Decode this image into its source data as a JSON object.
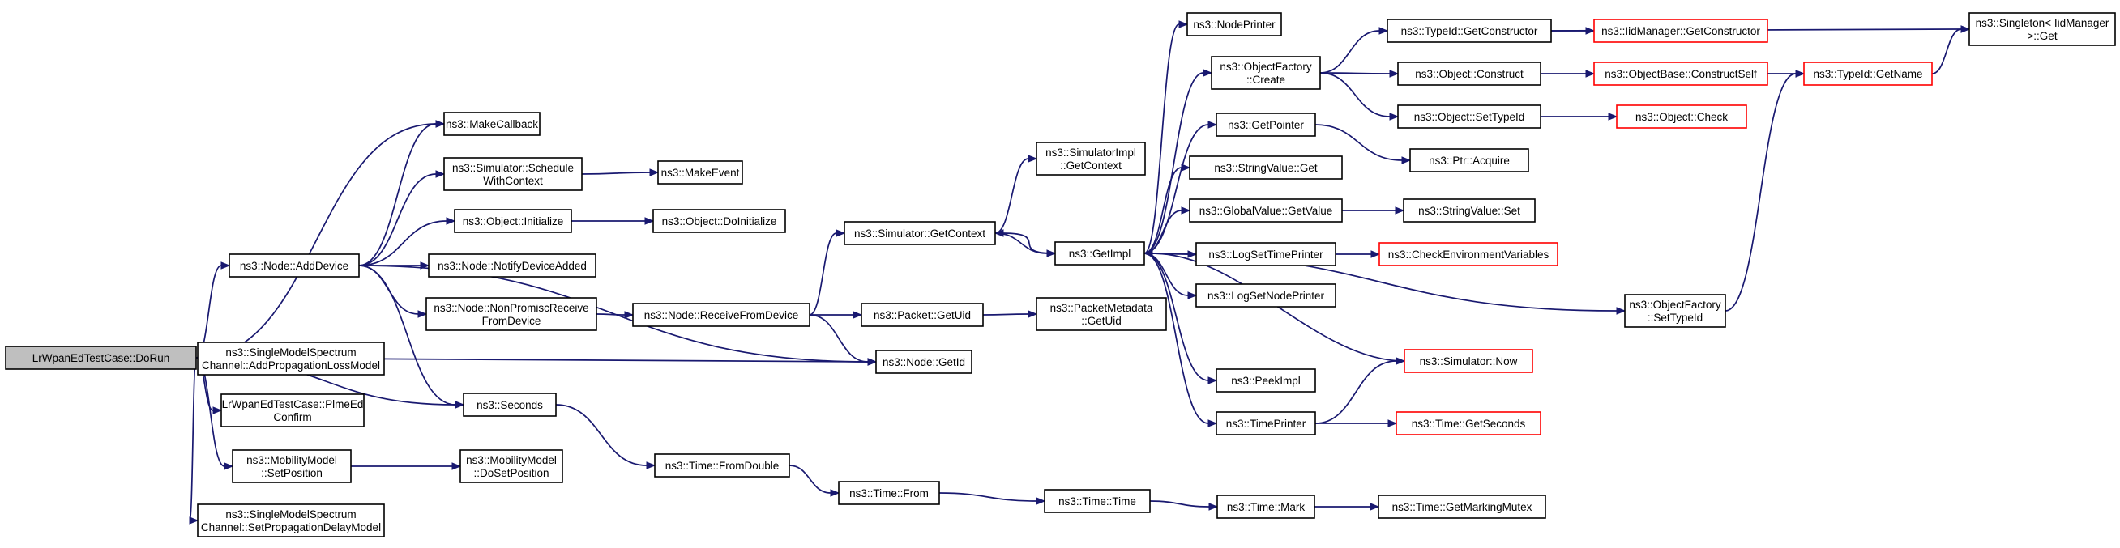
{
  "colors": {
    "edge": "#191970",
    "root_fill": "#bfbfbf",
    "truncated_border": "#ff0000",
    "node_border": "#000000"
  },
  "nodes": [
    {
      "id": "n0",
      "label": [
        "LrWpanEdTestCase::DoRun"
      ],
      "style": "root"
    },
    {
      "id": "n1",
      "label": [
        "ns3::Node::AddDevice"
      ],
      "style": "normal"
    },
    {
      "id": "n2",
      "label": [
        "ns3::SingleModelSpectrum",
        "Channel::AddPropagationLossModel"
      ],
      "style": "normal"
    },
    {
      "id": "n3",
      "label": [
        "LrWpanEdTestCase::PlmeEd",
        "Confirm"
      ],
      "style": "normal"
    },
    {
      "id": "n4",
      "label": [
        "ns3::MobilityModel",
        "::SetPosition"
      ],
      "style": "normal"
    },
    {
      "id": "n5",
      "label": [
        "ns3::SingleModelSpectrum",
        "Channel::SetPropagationDelayModel"
      ],
      "style": "normal"
    },
    {
      "id": "n6",
      "label": [
        "ns3::MakeCallback"
      ],
      "style": "normal"
    },
    {
      "id": "n7",
      "label": [
        "ns3::Simulator::Schedule",
        "WithContext"
      ],
      "style": "normal"
    },
    {
      "id": "n8",
      "label": [
        "ns3::Object::Initialize"
      ],
      "style": "normal"
    },
    {
      "id": "n9",
      "label": [
        "ns3::Node::NotifyDeviceAdded"
      ],
      "style": "normal"
    },
    {
      "id": "n10",
      "label": [
        "ns3::Node::NonPromiscReceive",
        "FromDevice"
      ],
      "style": "normal"
    },
    {
      "id": "n11",
      "label": [
        "ns3::Seconds"
      ],
      "style": "normal"
    },
    {
      "id": "n12",
      "label": [
        "ns3::MobilityModel",
        "::DoSetPosition"
      ],
      "style": "normal"
    },
    {
      "id": "n13",
      "label": [
        "ns3::MakeEvent"
      ],
      "style": "normal"
    },
    {
      "id": "n14",
      "label": [
        "ns3::Object::DoInitialize"
      ],
      "style": "normal"
    },
    {
      "id": "n15",
      "label": [
        "ns3::Node::ReceiveFromDevice"
      ],
      "style": "normal"
    },
    {
      "id": "n16",
      "label": [
        "ns3::Time::FromDouble"
      ],
      "style": "normal"
    },
    {
      "id": "n17",
      "label": [
        "ns3::Time::From"
      ],
      "style": "normal"
    },
    {
      "id": "n18",
      "label": [
        "ns3::Simulator::GetContext"
      ],
      "style": "normal"
    },
    {
      "id": "n19",
      "label": [
        "ns3::Packet::GetUid"
      ],
      "style": "normal"
    },
    {
      "id": "n20",
      "label": [
        "ns3::Node::GetId"
      ],
      "style": "normal"
    },
    {
      "id": "n21",
      "label": [
        "ns3::SimulatorImpl",
        "::GetContext"
      ],
      "style": "normal"
    },
    {
      "id": "n22",
      "label": [
        "ns3::GetImpl"
      ],
      "style": "normal"
    },
    {
      "id": "n23",
      "label": [
        "ns3::PacketMetadata",
        "::GetUid"
      ],
      "style": "normal"
    },
    {
      "id": "n24",
      "label": [
        "ns3::Time::Time"
      ],
      "style": "normal"
    },
    {
      "id": "n25",
      "label": [
        "ns3::NodePrinter"
      ],
      "style": "normal"
    },
    {
      "id": "n26",
      "label": [
        "ns3::ObjectFactory",
        "::Create"
      ],
      "style": "normal"
    },
    {
      "id": "n27",
      "label": [
        "ns3::GetPointer"
      ],
      "style": "normal"
    },
    {
      "id": "n28",
      "label": [
        "ns3::StringValue::Get"
      ],
      "style": "normal"
    },
    {
      "id": "n29",
      "label": [
        "ns3::GlobalValue::GetValue"
      ],
      "style": "normal"
    },
    {
      "id": "n30",
      "label": [
        "ns3::LogSetTimePrinter"
      ],
      "style": "normal"
    },
    {
      "id": "n31",
      "label": [
        "ns3::LogSetNodePrinter"
      ],
      "style": "normal"
    },
    {
      "id": "n32",
      "label": [
        "ns3::PeekImpl"
      ],
      "style": "normal"
    },
    {
      "id": "n33",
      "label": [
        "ns3::TimePrinter"
      ],
      "style": "normal"
    },
    {
      "id": "n34",
      "label": [
        "ns3::Time::Mark"
      ],
      "style": "normal"
    },
    {
      "id": "n35",
      "label": [
        "ns3::TypeId::GetConstructor"
      ],
      "style": "normal"
    },
    {
      "id": "n36",
      "label": [
        "ns3::Object::Construct"
      ],
      "style": "normal"
    },
    {
      "id": "n37",
      "label": [
        "ns3::Object::SetTypeId"
      ],
      "style": "normal"
    },
    {
      "id": "n38",
      "label": [
        "ns3::Ptr::Acquire"
      ],
      "style": "normal"
    },
    {
      "id": "n39",
      "label": [
        "ns3::StringValue::Set"
      ],
      "style": "normal"
    },
    {
      "id": "n40",
      "label": [
        "ns3::CheckEnvironmentVariables"
      ],
      "style": "truncated"
    },
    {
      "id": "n41",
      "label": [
        "ns3::Simulator::Now"
      ],
      "style": "truncated"
    },
    {
      "id": "n42",
      "label": [
        "ns3::Time::GetSeconds"
      ],
      "style": "truncated"
    },
    {
      "id": "n43",
      "label": [
        "ns3::Time::GetMarkingMutex"
      ],
      "style": "normal"
    },
    {
      "id": "n44",
      "label": [
        "ns3::IidManager::GetConstructor"
      ],
      "style": "truncated"
    },
    {
      "id": "n45",
      "label": [
        "ns3::ObjectBase::ConstructSelf"
      ],
      "style": "truncated"
    },
    {
      "id": "n46",
      "label": [
        "ns3::Object::Check"
      ],
      "style": "truncated"
    },
    {
      "id": "n47",
      "label": [
        "ns3::ObjectFactory",
        "::SetTypeId"
      ],
      "style": "normal"
    },
    {
      "id": "n48",
      "label": [
        "ns3::TypeId::GetName"
      ],
      "style": "truncated"
    },
    {
      "id": "n49",
      "label": [
        "ns3::Singleton< IidManager",
        " >::Get"
      ],
      "style": "normal"
    }
  ],
  "edges": [
    [
      "n0",
      "n1"
    ],
    [
      "n0",
      "n2"
    ],
    [
      "n0",
      "n3"
    ],
    [
      "n0",
      "n4"
    ],
    [
      "n0",
      "n5"
    ],
    [
      "n0",
      "n6"
    ],
    [
      "n0",
      "n11"
    ],
    [
      "n0",
      "n20"
    ],
    [
      "n1",
      "n6"
    ],
    [
      "n1",
      "n7"
    ],
    [
      "n1",
      "n8"
    ],
    [
      "n1",
      "n9"
    ],
    [
      "n1",
      "n10"
    ],
    [
      "n1",
      "n11"
    ],
    [
      "n1",
      "n20"
    ],
    [
      "n4",
      "n12"
    ],
    [
      "n7",
      "n13"
    ],
    [
      "n8",
      "n14"
    ],
    [
      "n10",
      "n15"
    ],
    [
      "n11",
      "n16"
    ],
    [
      "n15",
      "n18"
    ],
    [
      "n15",
      "n19"
    ],
    [
      "n15",
      "n20"
    ],
    [
      "n16",
      "n17"
    ],
    [
      "n17",
      "n24"
    ],
    [
      "n18",
      "n21"
    ],
    [
      "n18",
      "n22"
    ],
    [
      "n19",
      "n23"
    ],
    [
      "n24",
      "n34"
    ],
    [
      "n22",
      "n18"
    ],
    [
      "n22",
      "n25"
    ],
    [
      "n22",
      "n26"
    ],
    [
      "n22",
      "n27"
    ],
    [
      "n22",
      "n28"
    ],
    [
      "n22",
      "n29"
    ],
    [
      "n22",
      "n30"
    ],
    [
      "n22",
      "n31"
    ],
    [
      "n22",
      "n32"
    ],
    [
      "n22",
      "n33"
    ],
    [
      "n22",
      "n47"
    ],
    [
      "n26",
      "n35"
    ],
    [
      "n26",
      "n36"
    ],
    [
      "n26",
      "n37"
    ],
    [
      "n27",
      "n38"
    ],
    [
      "n29",
      "n39"
    ],
    [
      "n30",
      "n40"
    ],
    [
      "n33",
      "n41"
    ],
    [
      "n33",
      "n42"
    ],
    [
      "n34",
      "n43"
    ],
    [
      "n41",
      "n22"
    ],
    [
      "n35",
      "n44"
    ],
    [
      "n35",
      "n49"
    ],
    [
      "n36",
      "n45"
    ],
    [
      "n37",
      "n46"
    ],
    [
      "n45",
      "n48"
    ],
    [
      "n47",
      "n48"
    ],
    [
      "n48",
      "n49"
    ]
  ]
}
